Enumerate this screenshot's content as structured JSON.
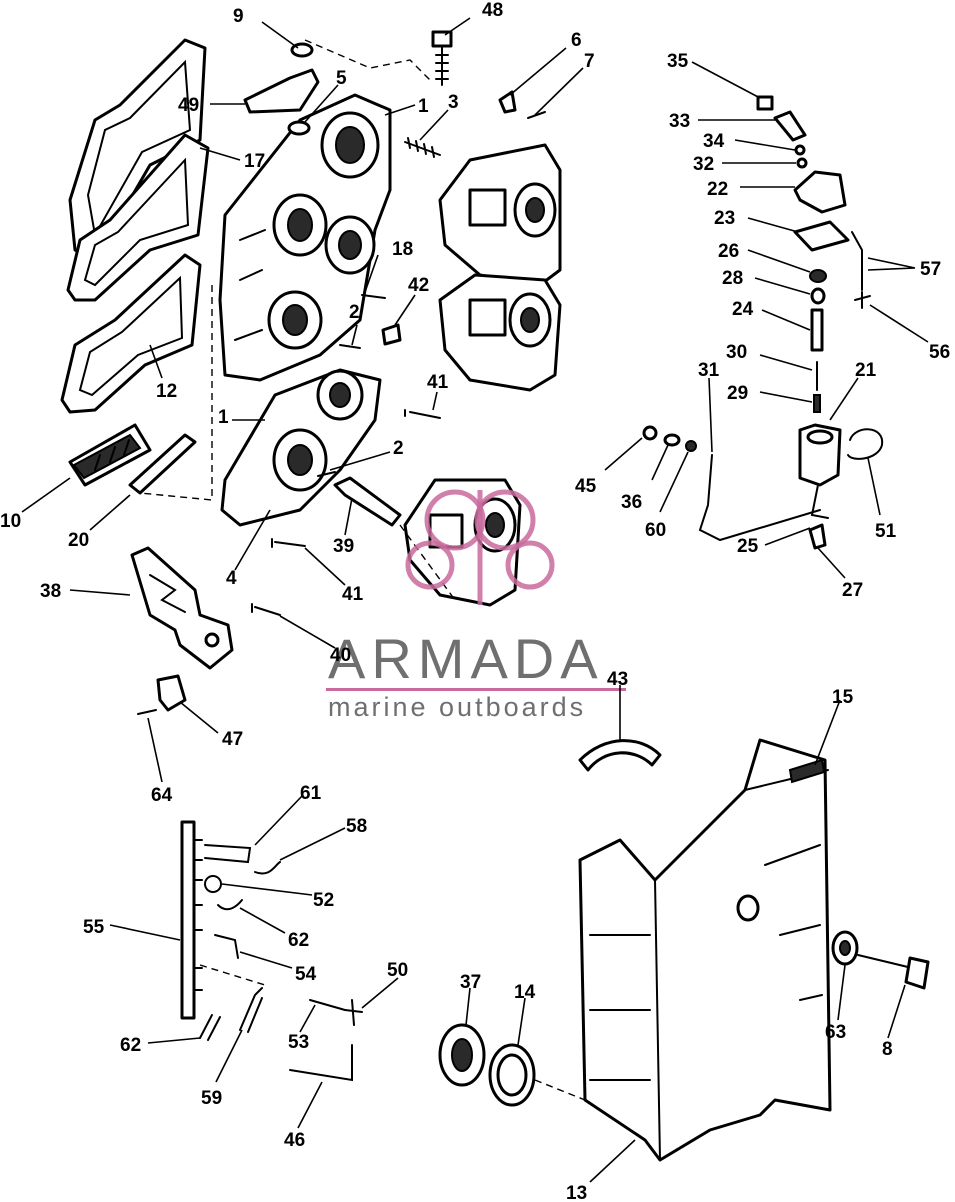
{
  "watermark": {
    "brand": "ARMADA",
    "tagline": "marine outboards",
    "accent_color": "#c86a9c",
    "text_color": "#6f6f6f"
  },
  "callouts": [
    {
      "id": "c48",
      "text": "48"
    },
    {
      "id": "c9",
      "text": "9"
    },
    {
      "id": "c6",
      "text": "6"
    },
    {
      "id": "c7",
      "text": "7"
    },
    {
      "id": "c5",
      "text": "5"
    },
    {
      "id": "c49",
      "text": "49"
    },
    {
      "id": "c1a",
      "text": "1"
    },
    {
      "id": "c3",
      "text": "3"
    },
    {
      "id": "c17",
      "text": "17"
    },
    {
      "id": "c18",
      "text": "18"
    },
    {
      "id": "c42",
      "text": "42"
    },
    {
      "id": "c2a",
      "text": "2"
    },
    {
      "id": "c12",
      "text": "12"
    },
    {
      "id": "c41a",
      "text": "41"
    },
    {
      "id": "c1b",
      "text": "1"
    },
    {
      "id": "c2b",
      "text": "2"
    },
    {
      "id": "c10",
      "text": "10"
    },
    {
      "id": "c20",
      "text": "20"
    },
    {
      "id": "c39",
      "text": "39"
    },
    {
      "id": "c4",
      "text": "4"
    },
    {
      "id": "c41b",
      "text": "41"
    },
    {
      "id": "c38",
      "text": "38"
    },
    {
      "id": "c40",
      "text": "40"
    },
    {
      "id": "c47",
      "text": "47"
    },
    {
      "id": "c64",
      "text": "64"
    },
    {
      "id": "c35",
      "text": "35"
    },
    {
      "id": "c33",
      "text": "33"
    },
    {
      "id": "c34",
      "text": "34"
    },
    {
      "id": "c32",
      "text": "32"
    },
    {
      "id": "c22",
      "text": "22"
    },
    {
      "id": "c23",
      "text": "23"
    },
    {
      "id": "c26",
      "text": "26"
    },
    {
      "id": "c28",
      "text": "28"
    },
    {
      "id": "c24",
      "text": "24"
    },
    {
      "id": "c57",
      "text": "57"
    },
    {
      "id": "c56",
      "text": "56"
    },
    {
      "id": "c30",
      "text": "30"
    },
    {
      "id": "c31",
      "text": "31"
    },
    {
      "id": "c21",
      "text": "21"
    },
    {
      "id": "c29",
      "text": "29"
    },
    {
      "id": "c45",
      "text": "45"
    },
    {
      "id": "c36",
      "text": "36"
    },
    {
      "id": "c60",
      "text": "60"
    },
    {
      "id": "c51",
      "text": "51"
    },
    {
      "id": "c25",
      "text": "25"
    },
    {
      "id": "c27",
      "text": "27"
    },
    {
      "id": "c43",
      "text": "43"
    },
    {
      "id": "c15",
      "text": "15"
    },
    {
      "id": "c61",
      "text": "61"
    },
    {
      "id": "c58",
      "text": "58"
    },
    {
      "id": "c52",
      "text": "52"
    },
    {
      "id": "c62a",
      "text": "62"
    },
    {
      "id": "c55",
      "text": "55"
    },
    {
      "id": "c54",
      "text": "54"
    },
    {
      "id": "c50",
      "text": "50"
    },
    {
      "id": "c37",
      "text": "37"
    },
    {
      "id": "c14",
      "text": "14"
    },
    {
      "id": "c63",
      "text": "63"
    },
    {
      "id": "c8",
      "text": "8"
    },
    {
      "id": "c62b",
      "text": "62"
    },
    {
      "id": "c53",
      "text": "53"
    },
    {
      "id": "c59",
      "text": "59"
    },
    {
      "id": "c46",
      "text": "46"
    },
    {
      "id": "c13",
      "text": "13"
    }
  ]
}
